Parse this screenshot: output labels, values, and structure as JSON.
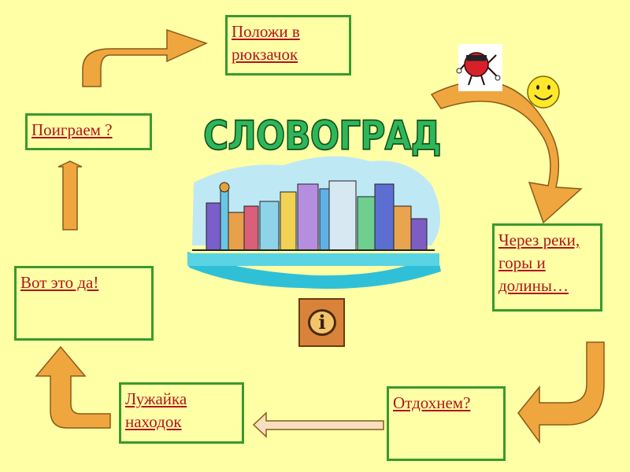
{
  "title": "СЛОВОГРАД",
  "links": {
    "pack": "Положи в рюкзачок",
    "play": "Поиграем ?",
    "rivers": "Через реки, горы и долины…",
    "wow": "Вот это да!",
    "meadow": "Лужайка находок",
    "rest": "Отдохнем?"
  },
  "info_button": {
    "glyph": "i",
    "icon": "info-icon"
  },
  "colors": {
    "background": "#ffffa6",
    "box_border": "#3a9a2c",
    "link": "#b0151d",
    "arrow_fill": "#f0a63e",
    "title": "#2fb65a"
  }
}
